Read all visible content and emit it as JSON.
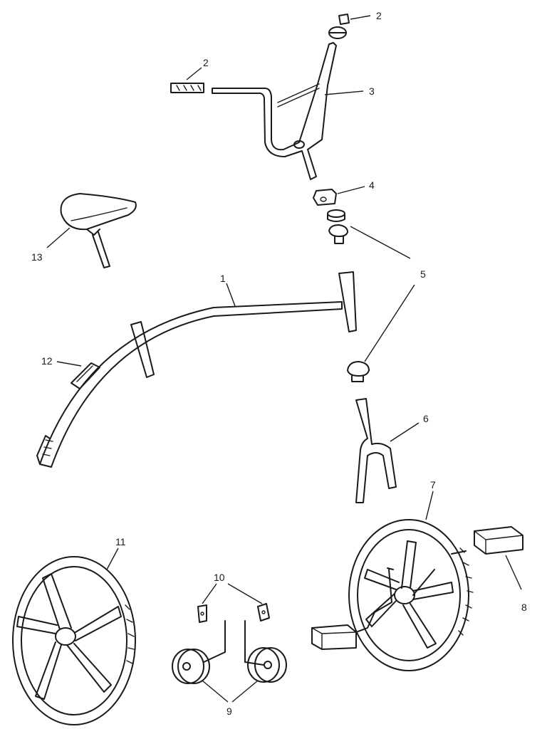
{
  "callouts": {
    "frame": "1",
    "grip_right": "2",
    "grip_left": "2",
    "handlebar": "3",
    "stem_clamp": "4",
    "headset": "5",
    "fork": "6",
    "front_wheel": "7",
    "pedal_right": "8",
    "training_wheels": "9",
    "training_brackets": "10",
    "rear_wheel": "11",
    "decal": "12",
    "seat": "13"
  }
}
